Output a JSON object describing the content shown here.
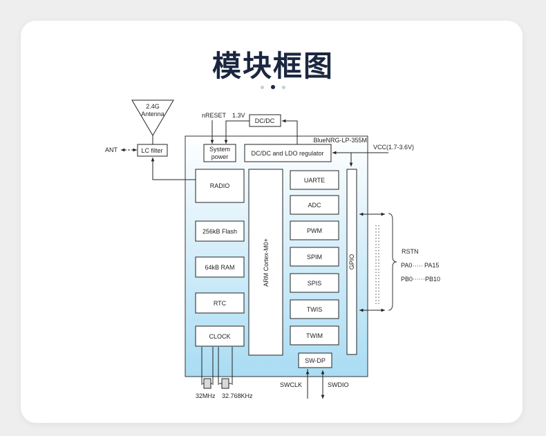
{
  "page": {
    "title": "模块框图"
  },
  "pager": {
    "count": 3,
    "active": 1
  },
  "diagram": {
    "antenna": {
      "line1": "2.4G",
      "line2": "Antenna"
    },
    "ant": "ANT",
    "lc_filter": "LC filter",
    "nreset": "nRESET",
    "v13": "1.3V",
    "dcdc": "DC/DC",
    "chip_name": "BlueNRG-LP-355M",
    "vcc": "VCC(1.7-3.6V)",
    "system_power": {
      "line1": "System",
      "line2": "power"
    },
    "regulator": "DC/DC and LDO regulator",
    "left_blocks": [
      "RADIO",
      "256kB Flash",
      "64kB RAM",
      "RTC",
      "CLOCK"
    ],
    "cpu": "ARM  Cortex-M0+",
    "periph_blocks": [
      "UARTE",
      "ADC",
      "PWM",
      "SPIM",
      "SPIS",
      "TWIS",
      "TWIM"
    ],
    "gpio": "GPIO",
    "swdp": "SW-DP",
    "rstn": "RSTN",
    "pa": {
      "start": "PA0",
      "end": "PA15"
    },
    "pb": {
      "start": "PB0",
      "end": "PB10"
    },
    "swclk": "SWCLK",
    "swdio": "SWDIO",
    "xtal1": "32MHz",
    "xtal2": "32.768KHz"
  }
}
